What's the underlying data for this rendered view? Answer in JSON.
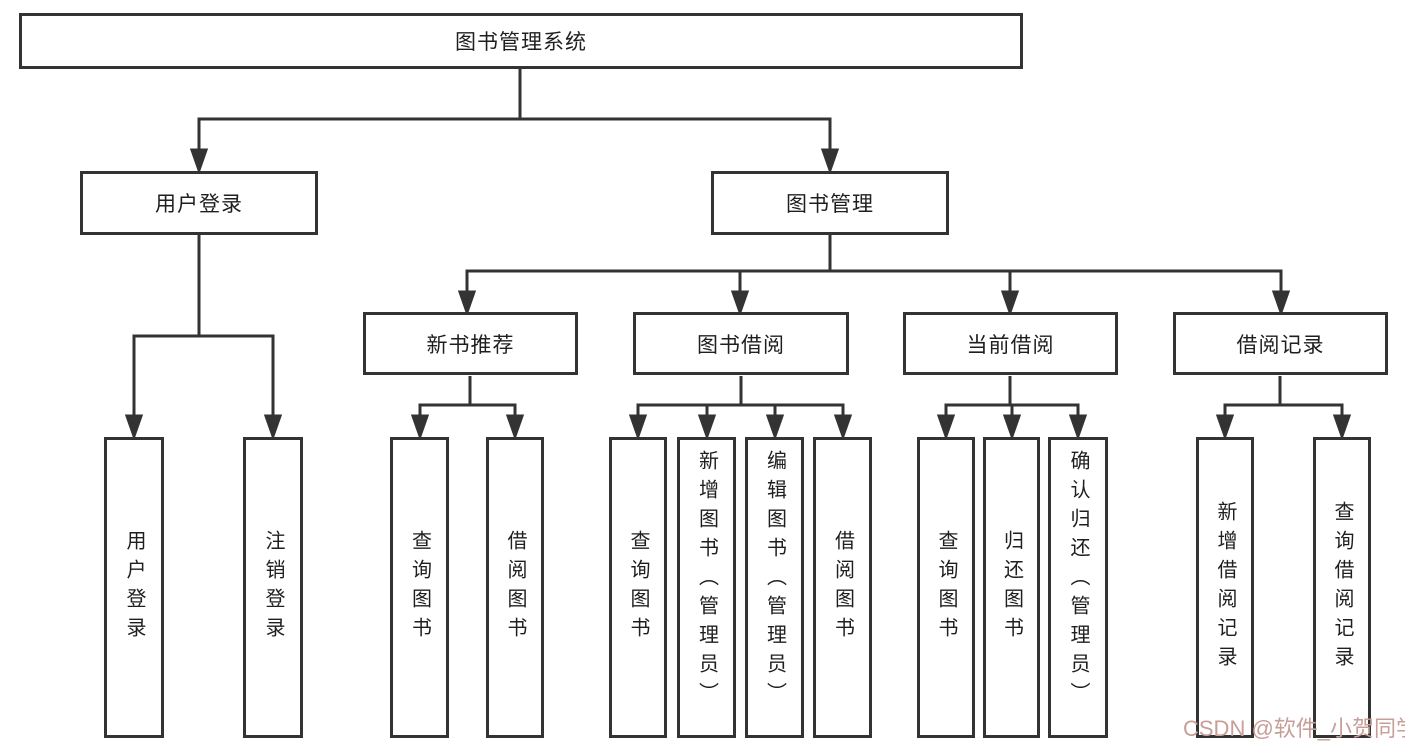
{
  "diagram": {
    "root": {
      "label": "图书管理系统"
    },
    "branches": [
      {
        "label": "用户登录",
        "children": [
          {
            "label": "用户登录"
          },
          {
            "label": "注销登录"
          }
        ]
      },
      {
        "label": "图书管理",
        "children": [
          {
            "label": "新书推荐",
            "children": [
              {
                "label": "查询图书"
              },
              {
                "label": "借阅图书"
              }
            ]
          },
          {
            "label": "图书借阅",
            "children": [
              {
                "label": "查询图书"
              },
              {
                "label": "新增图书（管理员）"
              },
              {
                "label": "编辑图书（管理员）"
              },
              {
                "label": "借阅图书"
              }
            ]
          },
          {
            "label": "当前借阅",
            "children": [
              {
                "label": "查询图书"
              },
              {
                "label": "归还图书"
              },
              {
                "label": "确认归还（管理员）"
              }
            ]
          },
          {
            "label": "借阅记录",
            "children": [
              {
                "label": "新增借阅记录"
              },
              {
                "label": "查询借阅记录"
              }
            ]
          }
        ]
      }
    ]
  },
  "watermark": {
    "text": "CSDN @软件_小贺同学",
    "color": "#c79e98"
  },
  "style": {
    "line_color": "#333333",
    "box_border_color": "#333333",
    "background": "#ffffff",
    "text_color": "#1f1f1f"
  }
}
